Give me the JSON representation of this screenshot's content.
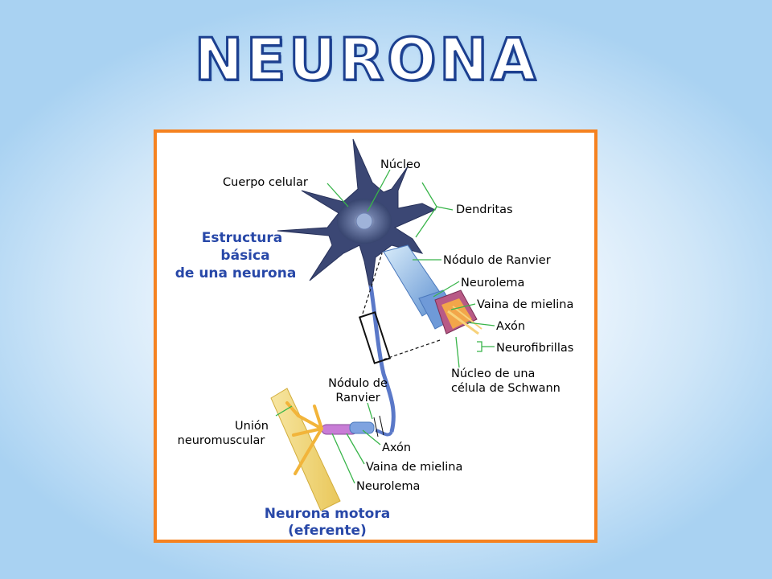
{
  "title": "NEURONA",
  "colors": {
    "frame": "#f58220",
    "title_outline": "#1c3f8f",
    "heading_text": "#2848a8",
    "leader_lines": "#39b54a"
  },
  "diagram": {
    "heading": [
      "Estructura",
      "básica",
      "de una neurona"
    ],
    "labels": {
      "nucleo": "Núcleo",
      "cuerpo_celular": "Cuerpo celular",
      "dendritas": "Dendritas",
      "nodulo_ranvier": "Nódulo de Ranvier",
      "neurolema": "Neurolema",
      "vaina_mielina": "Vaina de mielina",
      "axon": "Axón",
      "neurofibrillas": "Neurofibrillas",
      "nucleo_schwann": [
        "Núcleo de una",
        "célula de Schwann"
      ],
      "nodulo_ranvier_2": [
        "Nódulo de",
        "Ranvier"
      ],
      "union": [
        "Unión",
        "neuromuscular"
      ],
      "axon_2": "Axón",
      "vaina_mielina_2": "Vaina de mielina",
      "neurolema_2": "Neurolema"
    },
    "footer": [
      "Neurona motora",
      "(eferente)"
    ]
  }
}
